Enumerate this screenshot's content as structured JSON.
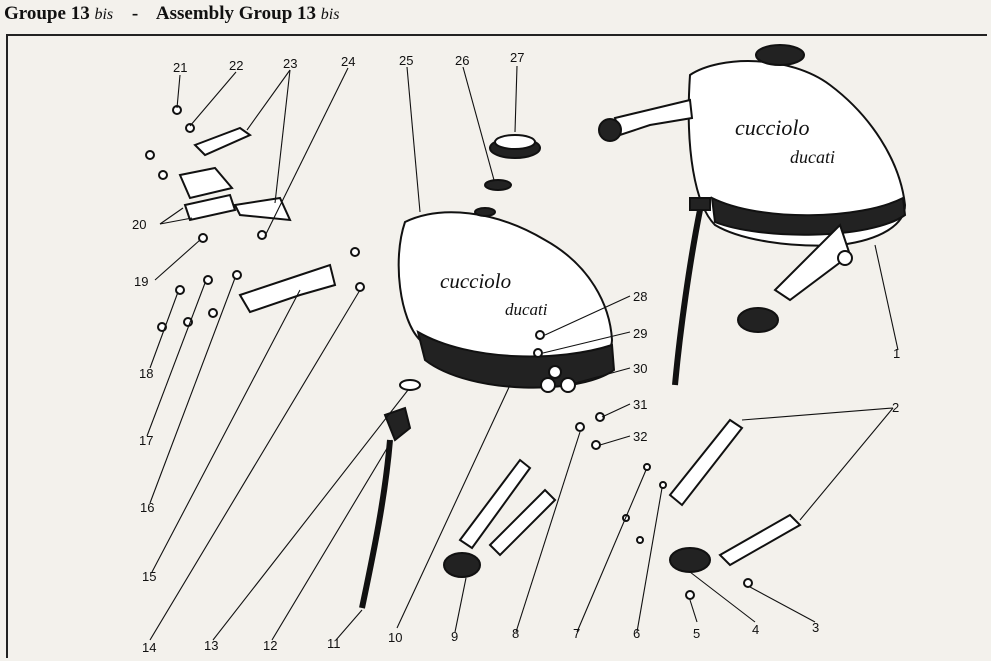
{
  "header": {
    "title_fr": "Groupe",
    "num_fr": "13",
    "bis_fr": "bis",
    "separator": "-",
    "title_en": "Assembly Group",
    "num_en": "13",
    "bis_en": "bis"
  },
  "tank_logo": {
    "brand": "cucciolo",
    "maker": "ducati"
  },
  "callouts": [
    "1",
    "2",
    "3",
    "4",
    "5",
    "6",
    "7",
    "8",
    "9",
    "10",
    "11",
    "12",
    "13",
    "14",
    "15",
    "16",
    "17",
    "18",
    "19",
    "20",
    "21",
    "22",
    "23",
    "24",
    "25",
    "26",
    "27",
    "28",
    "29",
    "30",
    "31",
    "32"
  ]
}
